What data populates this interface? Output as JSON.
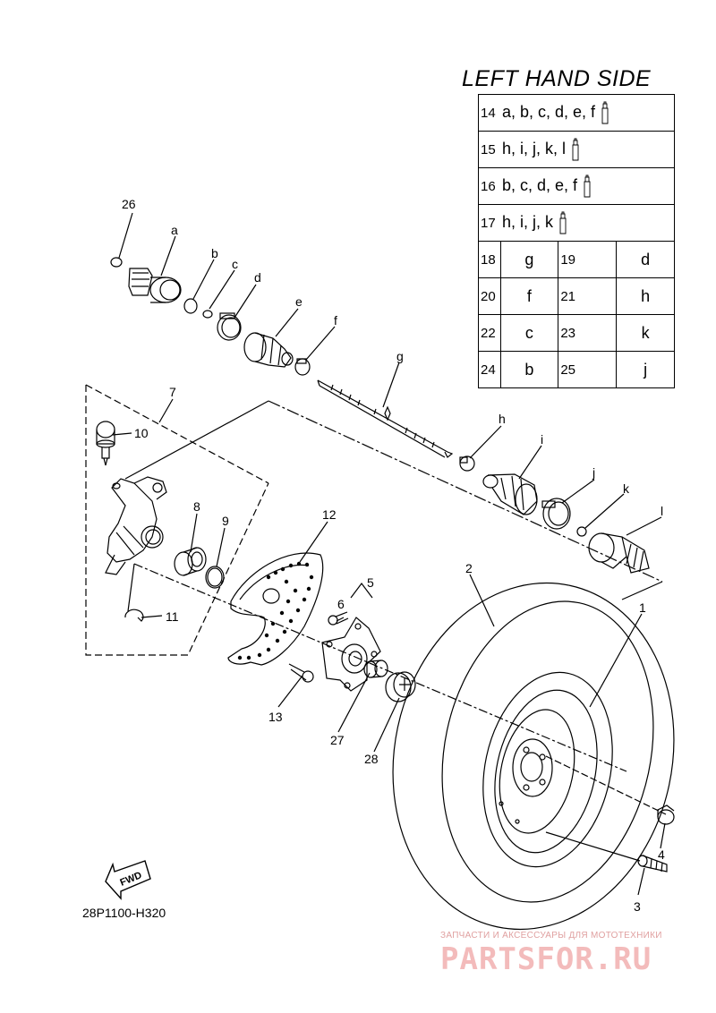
{
  "legend": {
    "title": "LEFT HAND SIDE",
    "kits": [
      {
        "num": "14",
        "parts": "a, b, c, d, e, f"
      },
      {
        "num": "15",
        "parts": "h, i, j, k, l"
      },
      {
        "num": "16",
        "parts": "b, c, d, e, f"
      },
      {
        "num": "17",
        "parts": "h, i, j, k"
      }
    ],
    "pairs": [
      [
        {
          "num": "18",
          "val": "g"
        },
        {
          "num": "19",
          "val": "d"
        }
      ],
      [
        {
          "num": "20",
          "val": "f"
        },
        {
          "num": "21",
          "val": "h"
        }
      ],
      [
        {
          "num": "22",
          "val": "c"
        },
        {
          "num": "23",
          "val": "k"
        }
      ],
      [
        {
          "num": "24",
          "val": "b"
        },
        {
          "num": "25",
          "val": "j"
        }
      ]
    ]
  },
  "callouts": {
    "n1": "1",
    "n2": "2",
    "n3": "3",
    "n4": "4",
    "n5": "5",
    "n6": "6",
    "n7": "7",
    "n8": "8",
    "n9": "9",
    "n10": "10",
    "n11": "11",
    "n12": "12",
    "n13": "13",
    "n26": "26",
    "n27": "27",
    "n28": "28",
    "a": "a",
    "b": "b",
    "c": "c",
    "d": "d",
    "e": "e",
    "f": "f",
    "g": "g",
    "h": "h",
    "i": "i",
    "j": "j",
    "k": "k",
    "l": "l"
  },
  "fwd_label": "FWD",
  "diagram_code": "28P1100-H320",
  "watermark": {
    "caption": "ЗАПЧАСТИ И АКСЕССУАРЫ ДЛЯ МОТОТЕХНИКИ",
    "logo": "PARTSFOR.RU"
  }
}
